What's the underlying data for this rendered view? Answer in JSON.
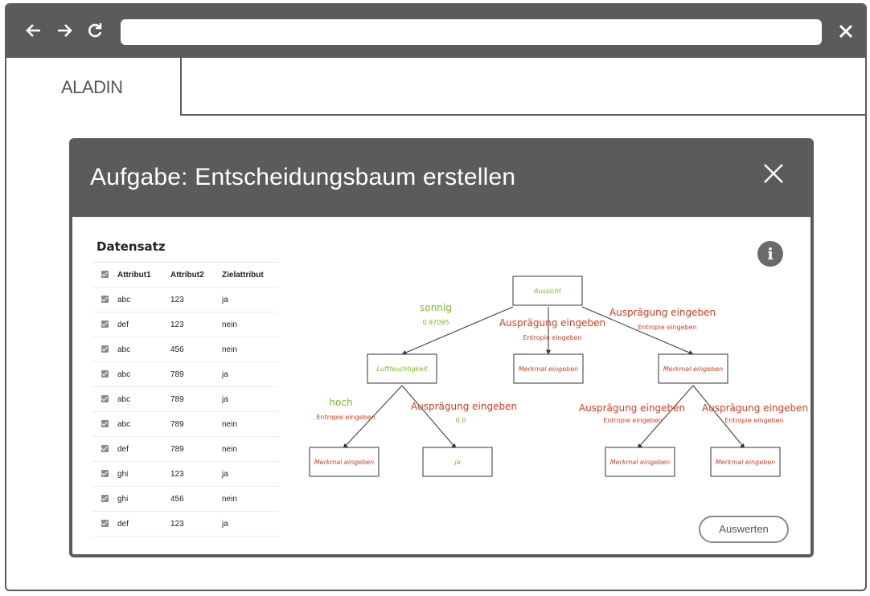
{
  "browser": {
    "back_icon": "arrow-left-icon",
    "forward_icon": "arrow-right-icon",
    "reload_icon": "reload-icon",
    "close_icon": "close-icon",
    "address_value": "",
    "tab_label": "ALADIN"
  },
  "modal": {
    "title": "Aufgabe: Entscheidungsbaum erstellen",
    "close_icon": "close-icon",
    "info_icon": "info-icon",
    "evaluate_label": "Auswerten"
  },
  "dataset": {
    "title": "Datensatz",
    "columns": [
      "Attribut1",
      "Attribut2",
      "Zielattribut"
    ],
    "rows": [
      [
        "abc",
        "123",
        "ja"
      ],
      [
        "def",
        "123",
        "nein"
      ],
      [
        "abc",
        "456",
        "nein"
      ],
      [
        "abc",
        "789",
        "ja"
      ],
      [
        "abc",
        "789",
        "ja"
      ],
      [
        "abc",
        "789",
        "nein"
      ],
      [
        "def",
        "789",
        "nein"
      ],
      [
        "ghi",
        "123",
        "ja"
      ],
      [
        "ghi",
        "456",
        "nein"
      ],
      [
        "def",
        "123",
        "ja"
      ]
    ]
  },
  "tree": {
    "colors": {
      "green": "#7ab929",
      "red": "#d63c1e",
      "line": "#333333"
    },
    "nodes": {
      "root": "Aussicht",
      "n_left": "Luftfeuchtigkeit",
      "n_mid": "Merkmal eingeben",
      "n_right": "Merkmal eingeben",
      "n_ll": "Merkmal eingeben",
      "n_lr": "ja",
      "n_rl": "Merkmal eingeben",
      "n_rr": "Merkmal eingeben"
    },
    "edges": {
      "e1": {
        "value": "sonnig",
        "entropy": "0.97095"
      },
      "e2": {
        "value": "Ausprägung eingeben",
        "entropy": "Entropie eingeben"
      },
      "e3": {
        "value": "Ausprägung eingeben",
        "entropy": "Entropie eingeben"
      },
      "e4": {
        "value": "hoch",
        "entropy": "Entropie eingeben"
      },
      "e5": {
        "value": "Ausprägung eingeben",
        "entropy": "0.0"
      },
      "e6": {
        "value": "Ausprägung eingeben",
        "entropy": "Entropie eingeben"
      },
      "e7": {
        "value": "Ausprägung eingeben",
        "entropy": "Entropie eingeben"
      }
    }
  }
}
